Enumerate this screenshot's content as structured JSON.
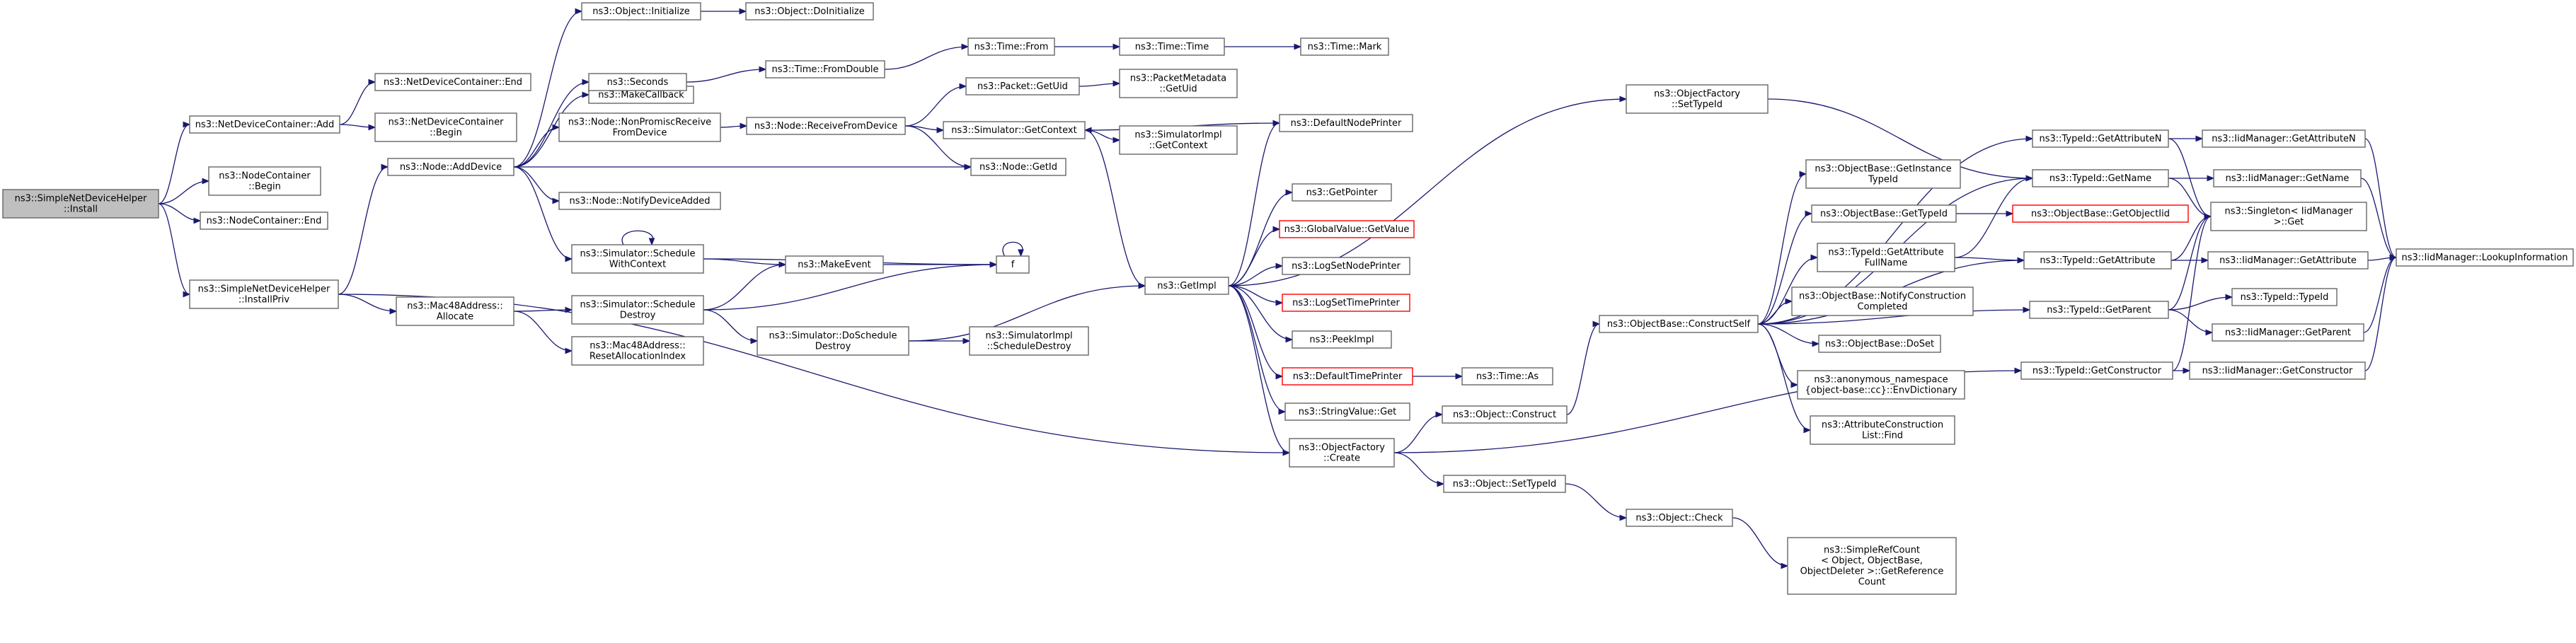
{
  "nodes": [
    {
      "id": "install",
      "lines": [
        "ns3::SimpleNetDeviceHelper",
        "::Install"
      ],
      "root": true
    },
    {
      "id": "ndc_add",
      "lines": [
        "ns3::NetDeviceContainer::Add"
      ]
    },
    {
      "id": "ndc_end",
      "lines": [
        "ns3::NetDeviceContainer::End"
      ]
    },
    {
      "id": "ndc_begin",
      "lines": [
        "ns3::NetDeviceContainer",
        "::Begin"
      ]
    },
    {
      "id": "nc_begin",
      "lines": [
        "ns3::NodeContainer",
        "::Begin"
      ]
    },
    {
      "id": "nc_end",
      "lines": [
        "ns3::NodeContainer::End"
      ]
    },
    {
      "id": "installpriv",
      "lines": [
        "ns3::SimpleNetDeviceHelper",
        "::InstallPriv"
      ]
    },
    {
      "id": "node_adddevice",
      "lines": [
        "ns3::Node::AddDevice"
      ]
    },
    {
      "id": "mac48_allocate",
      "lines": [
        "ns3::Mac48Address::",
        "Allocate"
      ]
    },
    {
      "id": "obj_initialize",
      "lines": [
        "ns3::Object::Initialize"
      ]
    },
    {
      "id": "obj_doinitialize",
      "lines": [
        "ns3::Object::DoInitialize"
      ]
    },
    {
      "id": "makecallback",
      "lines": [
        "ns3::MakeCallback"
      ]
    },
    {
      "id": "seconds",
      "lines": [
        "ns3::Seconds"
      ]
    },
    {
      "id": "node_nonpromisc",
      "lines": [
        "ns3::Node::NonPromiscReceive",
        "FromDevice"
      ]
    },
    {
      "id": "node_notify",
      "lines": [
        "ns3::Node::NotifyDeviceAdded"
      ]
    },
    {
      "id": "sim_schedwithctx",
      "lines": [
        "ns3::Simulator::Schedule",
        "WithContext"
      ]
    },
    {
      "id": "sim_scheddestroy",
      "lines": [
        "ns3::Simulator::Schedule",
        "Destroy"
      ]
    },
    {
      "id": "mac48_reset",
      "lines": [
        "ns3::Mac48Address::",
        "ResetAllocationIndex"
      ]
    },
    {
      "id": "time_fromdouble",
      "lines": [
        "ns3::Time::FromDouble"
      ]
    },
    {
      "id": "node_recvfromdev",
      "lines": [
        "ns3::Node::ReceiveFromDevice"
      ]
    },
    {
      "id": "makeevent",
      "lines": [
        "ns3::MakeEvent"
      ]
    },
    {
      "id": "sim_doscheddestroy",
      "lines": [
        "ns3::Simulator::DoSchedule",
        "Destroy"
      ]
    },
    {
      "id": "time_from",
      "lines": [
        "ns3::Time::From"
      ]
    },
    {
      "id": "packet_getuid",
      "lines": [
        "ns3::Packet::GetUid"
      ]
    },
    {
      "id": "sim_getcontext",
      "lines": [
        "ns3::Simulator::GetContext"
      ]
    },
    {
      "id": "node_getid",
      "lines": [
        "ns3::Node::GetId"
      ]
    },
    {
      "id": "f",
      "lines": [
        "f"
      ]
    },
    {
      "id": "simimpl_scheddestroy",
      "lines": [
        "ns3::SimulatorImpl",
        "::ScheduleDestroy"
      ]
    },
    {
      "id": "time_time",
      "lines": [
        "ns3::Time::Time"
      ]
    },
    {
      "id": "time_mark",
      "lines": [
        "ns3::Time::Mark"
      ]
    },
    {
      "id": "packetmeta_getuid",
      "lines": [
        "ns3::PacketMetadata",
        "::GetUid"
      ]
    },
    {
      "id": "simimpl_getcontext",
      "lines": [
        "ns3::SimulatorImpl",
        "::GetContext"
      ]
    },
    {
      "id": "getimpl",
      "lines": [
        "ns3::GetImpl"
      ]
    },
    {
      "id": "defaultnodeprinter",
      "lines": [
        "ns3::DefaultNodePrinter"
      ]
    },
    {
      "id": "getpointer",
      "lines": [
        "ns3::GetPointer"
      ]
    },
    {
      "id": "globalvalue_getvalue",
      "lines": [
        "ns3::GlobalValue::GetValue"
      ],
      "missing": true
    },
    {
      "id": "logsetnodeprinter",
      "lines": [
        "ns3::LogSetNodePrinter"
      ]
    },
    {
      "id": "logsettimeprinter",
      "lines": [
        "ns3::LogSetTimePrinter"
      ],
      "missing": true
    },
    {
      "id": "peekimpl",
      "lines": [
        "ns3::PeekImpl"
      ]
    },
    {
      "id": "defaulttimeprinter",
      "lines": [
        "ns3::DefaultTimePrinter"
      ],
      "missing": true
    },
    {
      "id": "time_as",
      "lines": [
        "ns3::Time::As"
      ]
    },
    {
      "id": "stringvalue_get",
      "lines": [
        "ns3::StringValue::Get"
      ]
    },
    {
      "id": "objfactory_create",
      "lines": [
        "ns3::ObjectFactory",
        "::Create"
      ]
    },
    {
      "id": "obj_construct",
      "lines": [
        "ns3::Object::Construct"
      ]
    },
    {
      "id": "obj_settypeid",
      "lines": [
        "ns3::Object::SetTypeId"
      ]
    },
    {
      "id": "obj_check",
      "lines": [
        "ns3::Object::Check"
      ]
    },
    {
      "id": "simplerefcount",
      "lines": [
        "ns3::SimpleRefCount",
        "< Object, ObjectBase,",
        "ObjectDeleter >::GetReference",
        "Count"
      ]
    },
    {
      "id": "objfactory_settypeid",
      "lines": [
        "ns3::ObjectFactory",
        "::SetTypeId"
      ]
    },
    {
      "id": "objbase_constructself",
      "lines": [
        "ns3::ObjectBase::ConstructSelf"
      ]
    },
    {
      "id": "objbase_getinstancetypeid",
      "lines": [
        "ns3::ObjectBase::GetInstance",
        "TypeId"
      ]
    },
    {
      "id": "objbase_gettypeid",
      "lines": [
        "ns3::ObjectBase::GetTypeId"
      ]
    },
    {
      "id": "typeid_getattrfullname",
      "lines": [
        "ns3::TypeId::GetAttribute",
        "FullName"
      ]
    },
    {
      "id": "objbase_notifyconstruction",
      "lines": [
        "ns3::ObjectBase::NotifyConstruction",
        "Completed"
      ]
    },
    {
      "id": "objbase_doset",
      "lines": [
        "ns3::ObjectBase::DoSet"
      ]
    },
    {
      "id": "anon_envdictionary",
      "lines": [
        "ns3::anonymous_namespace",
        "{object-base::cc}::EnvDictionary"
      ]
    },
    {
      "id": "attrconstruction_find",
      "lines": [
        "ns3::AttributeConstruction",
        "List::Find"
      ]
    },
    {
      "id": "typeid_getattributen",
      "lines": [
        "ns3::TypeId::GetAttributeN"
      ]
    },
    {
      "id": "typeid_getname",
      "lines": [
        "ns3::TypeId::GetName"
      ]
    },
    {
      "id": "objbase_getobjectiid",
      "lines": [
        "ns3::ObjectBase::GetObjectIid"
      ],
      "missing": true
    },
    {
      "id": "typeid_getattribute",
      "lines": [
        "ns3::TypeId::GetAttribute"
      ]
    },
    {
      "id": "typeid_getparent",
      "lines": [
        "ns3::TypeId::GetParent"
      ]
    },
    {
      "id": "typeid_getconstructor",
      "lines": [
        "ns3::TypeId::GetConstructor"
      ]
    },
    {
      "id": "iid_getattributen",
      "lines": [
        "ns3::IidManager::GetAttributeN"
      ]
    },
    {
      "id": "iid_getname",
      "lines": [
        "ns3::IidManager::GetName"
      ]
    },
    {
      "id": "singleton_get",
      "lines": [
        "ns3::Singleton< IidManager",
        ">::Get"
      ]
    },
    {
      "id": "iid_getattribute",
      "lines": [
        "ns3::IidManager::GetAttribute"
      ]
    },
    {
      "id": "typeid_typeid",
      "lines": [
        "ns3::TypeId::TypeId"
      ]
    },
    {
      "id": "iid_getparent",
      "lines": [
        "ns3::IidManager::GetParent"
      ]
    },
    {
      "id": "iid_getconstructor",
      "lines": [
        "ns3::IidManager::GetConstructor"
      ]
    },
    {
      "id": "iid_lookupinformation",
      "lines": [
        "ns3::IidManager::LookupInformation"
      ]
    }
  ],
  "edges": [
    [
      "install",
      "ndc_add"
    ],
    [
      "install",
      "nc_begin"
    ],
    [
      "install",
      "nc_end"
    ],
    [
      "install",
      "installpriv"
    ],
    [
      "ndc_add",
      "ndc_end"
    ],
    [
      "ndc_add",
      "ndc_begin"
    ],
    [
      "installpriv",
      "node_adddevice"
    ],
    [
      "installpriv",
      "mac48_allocate"
    ],
    [
      "installpriv",
      "objfactory_create"
    ],
    [
      "node_adddevice",
      "obj_initialize"
    ],
    [
      "node_adddevice",
      "makecallback"
    ],
    [
      "node_adddevice",
      "seconds"
    ],
    [
      "node_adddevice",
      "node_nonpromisc"
    ],
    [
      "node_adddevice",
      "node_getid"
    ],
    [
      "node_adddevice",
      "node_notify"
    ],
    [
      "node_adddevice",
      "sim_schedwithctx"
    ],
    [
      "obj_initialize",
      "obj_doinitialize"
    ],
    [
      "seconds",
      "time_fromdouble"
    ],
    [
      "time_fromdouble",
      "time_from"
    ],
    [
      "time_from",
      "time_time"
    ],
    [
      "time_time",
      "time_mark"
    ],
    [
      "node_nonpromisc",
      "node_recvfromdev"
    ],
    [
      "node_recvfromdev",
      "packet_getuid"
    ],
    [
      "node_recvfromdev",
      "sim_getcontext"
    ],
    [
      "node_recvfromdev",
      "node_getid"
    ],
    [
      "packet_getuid",
      "packetmeta_getuid"
    ],
    [
      "sim_getcontext",
      "simimpl_getcontext"
    ],
    [
      "sim_getcontext",
      "getimpl"
    ],
    [
      "sim_schedwithctx",
      "sim_schedwithctx"
    ],
    [
      "sim_schedwithctx",
      "makeevent"
    ],
    [
      "sim_schedwithctx",
      "f"
    ],
    [
      "mac48_allocate",
      "sim_scheddestroy"
    ],
    [
      "mac48_allocate",
      "mac48_reset"
    ],
    [
      "sim_scheddestroy",
      "makeevent"
    ],
    [
      "sim_scheddestroy",
      "f"
    ],
    [
      "sim_scheddestroy",
      "sim_doscheddestroy"
    ],
    [
      "makeevent",
      "f"
    ],
    [
      "f",
      "f"
    ],
    [
      "sim_doscheddestroy",
      "getimpl"
    ],
    [
      "sim_doscheddestroy",
      "simimpl_scheddestroy"
    ],
    [
      "getimpl",
      "defaultnodeprinter"
    ],
    [
      "getimpl",
      "getpointer"
    ],
    [
      "getimpl",
      "globalvalue_getvalue"
    ],
    [
      "getimpl",
      "logsetnodeprinter"
    ],
    [
      "getimpl",
      "logsettimeprinter"
    ],
    [
      "getimpl",
      "peekimpl"
    ],
    [
      "getimpl",
      "defaulttimeprinter"
    ],
    [
      "getimpl",
      "stringvalue_get"
    ],
    [
      "getimpl",
      "objfactory_create"
    ],
    [
      "getimpl",
      "objfactory_settypeid"
    ],
    [
      "defaultnodeprinter",
      "sim_getcontext"
    ],
    [
      "defaulttimeprinter",
      "time_as"
    ],
    [
      "objfactory_create",
      "obj_construct"
    ],
    [
      "objfactory_create",
      "obj_settypeid"
    ],
    [
      "objfactory_create",
      "typeid_getconstructor"
    ],
    [
      "obj_construct",
      "objbase_constructself"
    ],
    [
      "obj_settypeid",
      "obj_check"
    ],
    [
      "obj_check",
      "simplerefcount"
    ],
    [
      "objfactory_settypeid",
      "typeid_getname"
    ],
    [
      "objbase_constructself",
      "objbase_getinstancetypeid"
    ],
    [
      "objbase_constructself",
      "objbase_gettypeid"
    ],
    [
      "objbase_constructself",
      "typeid_getattrfullname"
    ],
    [
      "objbase_constructself",
      "objbase_notifyconstruction"
    ],
    [
      "objbase_constructself",
      "objbase_doset"
    ],
    [
      "objbase_constructself",
      "anon_envdictionary"
    ],
    [
      "objbase_constructself",
      "attrconstruction_find"
    ],
    [
      "objbase_constructself",
      "typeid_getattributen"
    ],
    [
      "objbase_constructself",
      "typeid_getname"
    ],
    [
      "objbase_constructself",
      "typeid_getattribute"
    ],
    [
      "objbase_constructself",
      "typeid_getparent"
    ],
    [
      "objbase_gettypeid",
      "objbase_getobjectiid"
    ],
    [
      "typeid_getattrfullname",
      "typeid_getattribute"
    ],
    [
      "typeid_getattrfullname",
      "typeid_getname"
    ],
    [
      "typeid_getattributen",
      "iid_getattributen"
    ],
    [
      "typeid_getattributen",
      "singleton_get"
    ],
    [
      "typeid_getname",
      "iid_getname"
    ],
    [
      "typeid_getname",
      "singleton_get"
    ],
    [
      "typeid_getattribute",
      "iid_getattribute"
    ],
    [
      "typeid_getattribute",
      "singleton_get"
    ],
    [
      "typeid_getparent",
      "typeid_typeid"
    ],
    [
      "typeid_getparent",
      "iid_getparent"
    ],
    [
      "typeid_getparent",
      "singleton_get"
    ],
    [
      "typeid_getconstructor",
      "iid_getconstructor"
    ],
    [
      "typeid_getconstructor",
      "singleton_get"
    ],
    [
      "iid_getattributen",
      "iid_lookupinformation"
    ],
    [
      "iid_getname",
      "iid_lookupinformation"
    ],
    [
      "iid_getattribute",
      "iid_lookupinformation"
    ],
    [
      "iid_getparent",
      "iid_lookupinformation"
    ],
    [
      "iid_getconstructor",
      "iid_lookupinformation"
    ]
  ]
}
